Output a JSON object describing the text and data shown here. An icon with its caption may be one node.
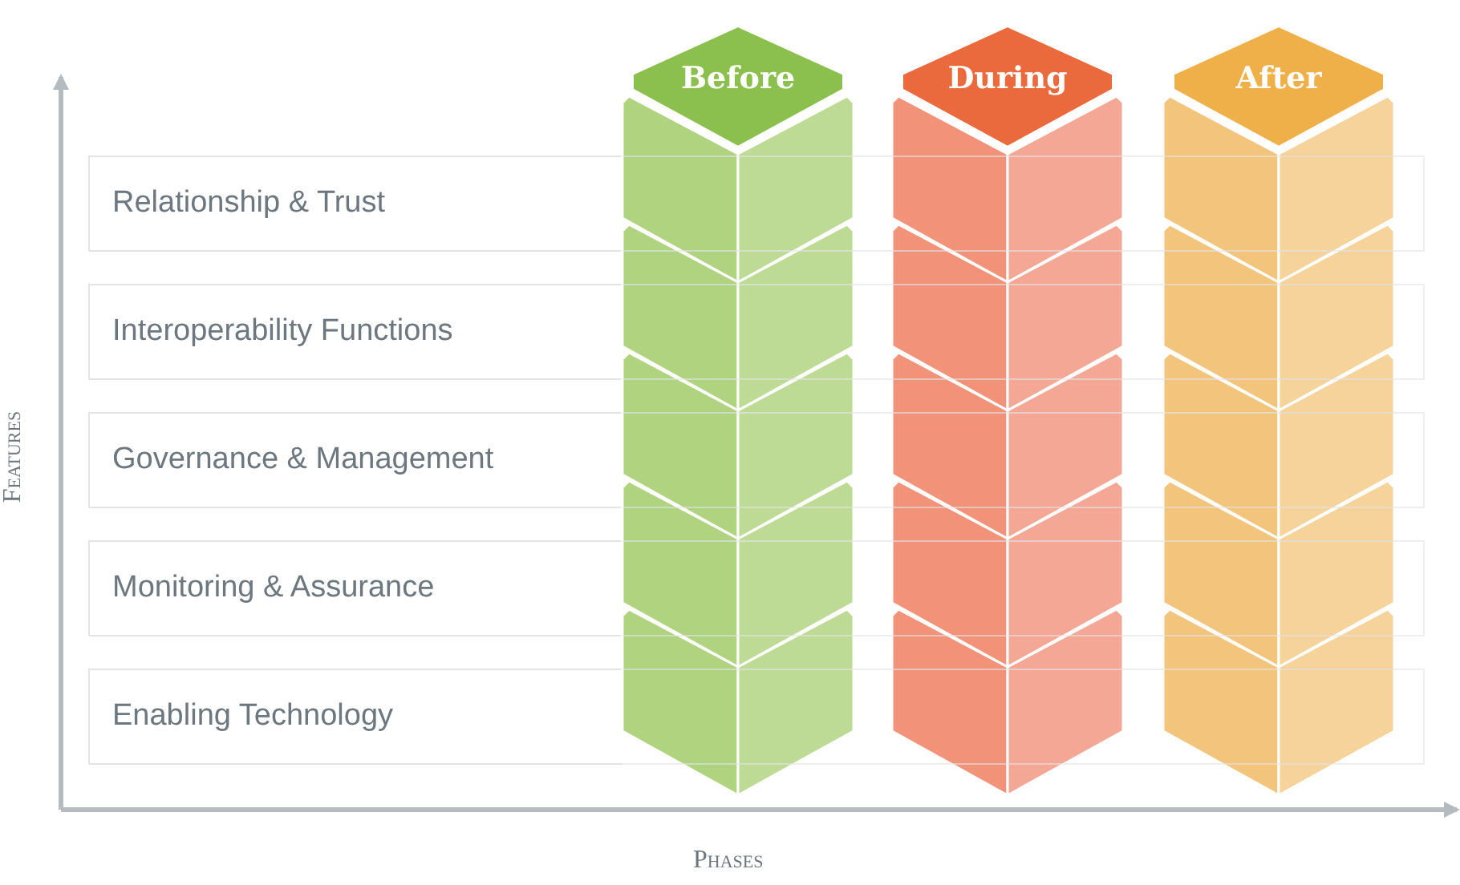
{
  "diagram": {
    "nodes": [
      {
        "text": [
          "Before"
        ]
      },
      {
        "text": [
          "During"
        ]
      },
      {
        "text": [
          "After"
        ]
      },
      {
        "text": [
          "Relationship & Trust"
        ]
      },
      {
        "text": [
          "Interoperability Functions"
        ]
      },
      {
        "text": [
          "Governance & Management"
        ]
      },
      {
        "text": [
          "Monitoring & Assurance"
        ]
      },
      {
        "text": [
          "Enabling Technology"
        ]
      }
    ],
    "edges": [],
    "labels": [
      "Features",
      "Phases"
    ]
  }
}
